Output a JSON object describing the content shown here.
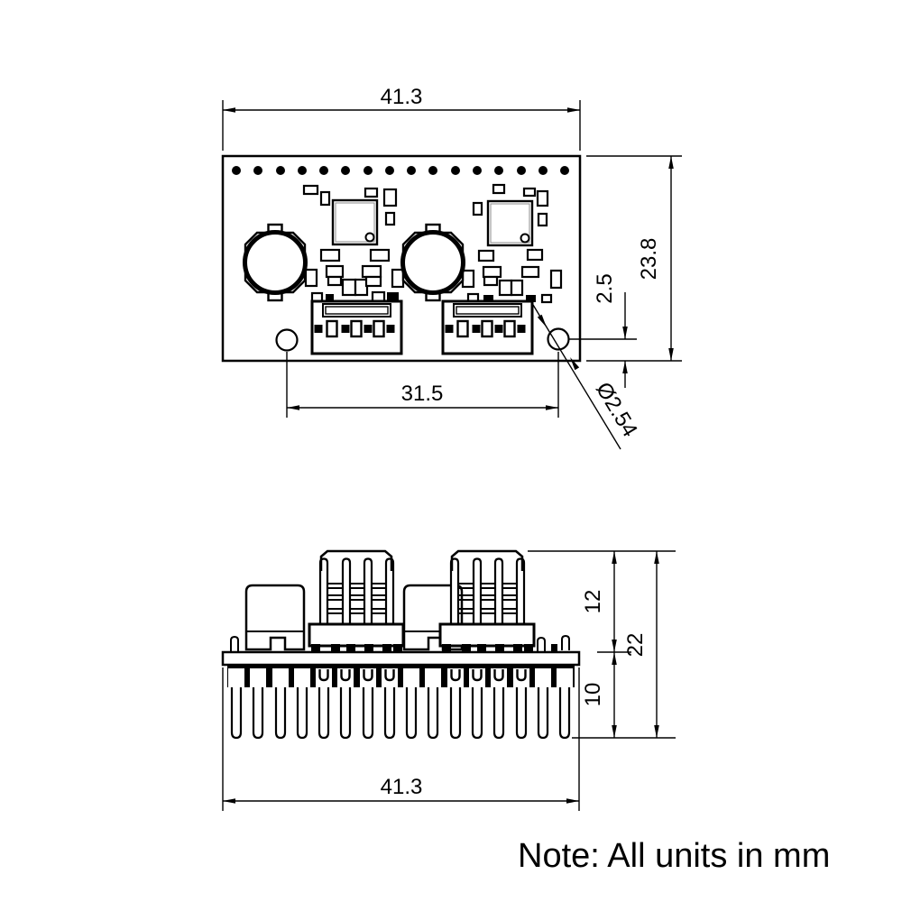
{
  "drawing": {
    "note": "Note: All units in mm",
    "top_view": {
      "board_width": "41.3",
      "board_height": "23.8",
      "hole_edge_offset": "2.5",
      "hole_spacing": "31.5",
      "hole_diameter": "Ø2.54"
    },
    "side_view": {
      "component_height": "12",
      "overall_height": "22",
      "pin_length": "10",
      "board_width": "41.3"
    },
    "colors": {
      "line": "#000000",
      "background": "#ffffff"
    }
  }
}
